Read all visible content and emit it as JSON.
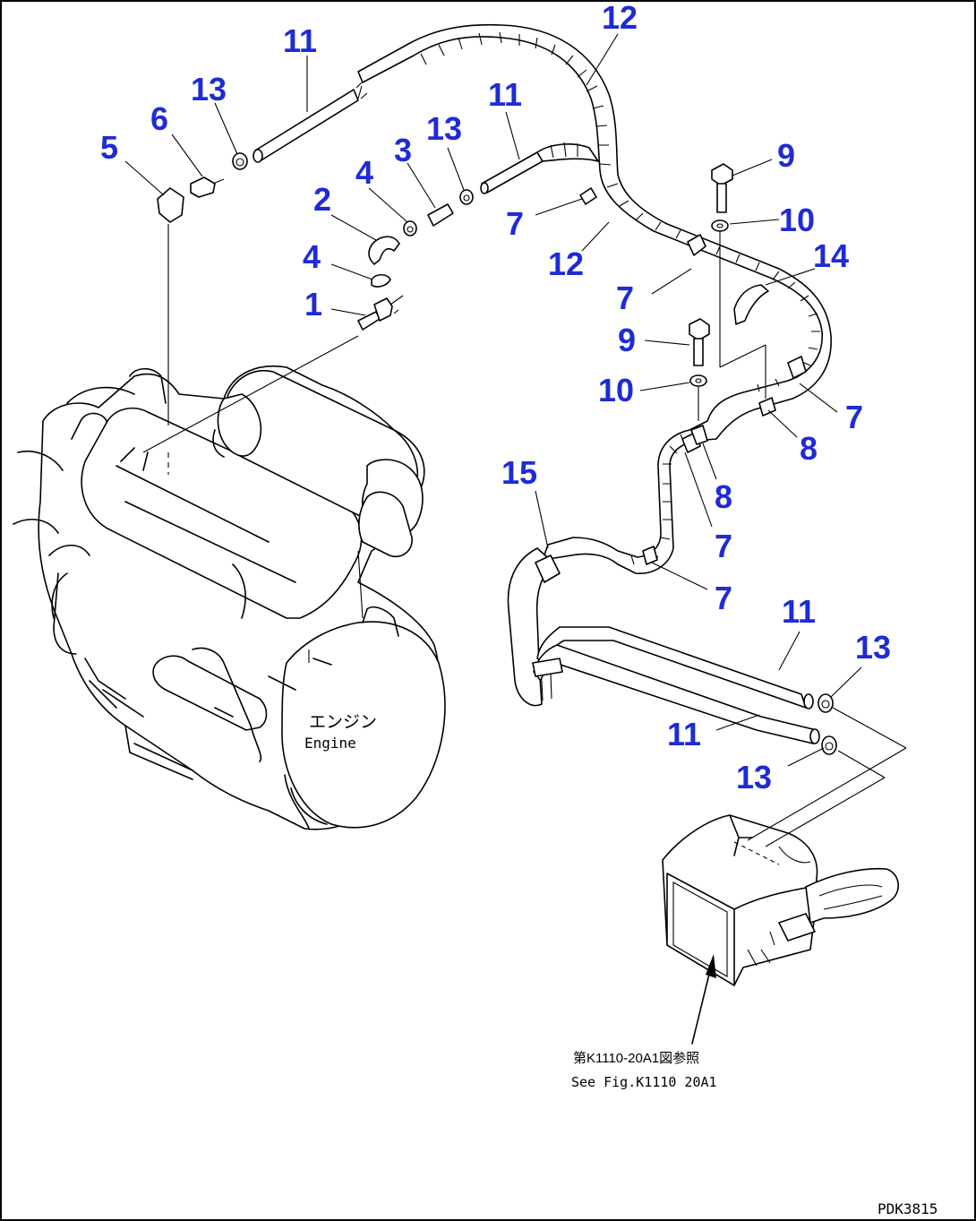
{
  "diagram": {
    "callouts": [
      "11",
      "12",
      "13",
      "11",
      "13",
      "6",
      "5",
      "3",
      "4",
      "2",
      "4",
      "1",
      "7",
      "12",
      "9",
      "10",
      "14",
      "7",
      "9",
      "10",
      "7",
      "8",
      "8",
      "15",
      "7",
      "7",
      "11",
      "13",
      "11",
      "13"
    ],
    "engine_label_jp": "エンジン",
    "engine_label_en": "Engine",
    "ref_label_jp": "第K1110-20A1図参照",
    "ref_label_en": "See Fig.K1110 20A1",
    "drawing_code": "PDK3815"
  }
}
